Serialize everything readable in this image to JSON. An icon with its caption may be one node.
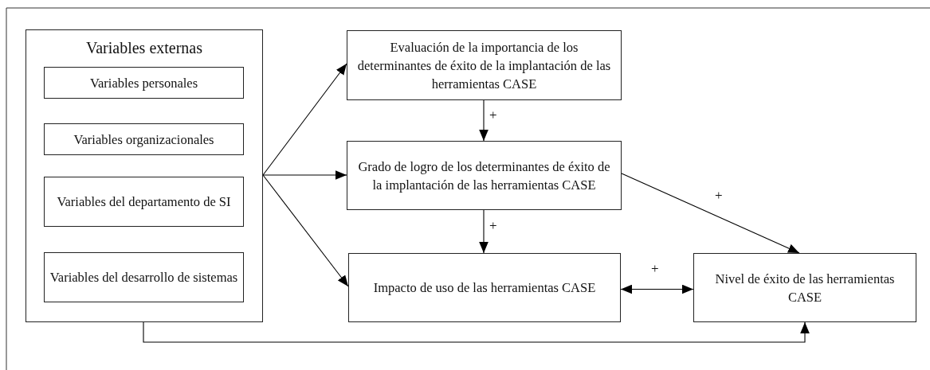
{
  "diagram": {
    "nodes": [
      {
        "text": [
          "Variables externas"
        ]
      },
      {
        "text": [
          "Variables personales"
        ],
        "in": 0
      },
      {
        "text": [
          "Variables organizacionales"
        ],
        "in": 0
      },
      {
        "text": [
          "Variables del departamento de SI"
        ],
        "in": 0
      },
      {
        "text": [
          "Variables del desarrollo de sistemas"
        ],
        "in": 0
      },
      {
        "text": [
          "Evaluación de la importancia de los determinantes de éxito de la implantación de las herramientas CASE"
        ]
      },
      {
        "text": [
          "Grado de logro de los determinantes de éxito de la implantación de las herramientas CASE"
        ]
      },
      {
        "text": [
          "Impacto de uso de las herramientas CASE"
        ]
      },
      {
        "text": [
          "Nivel de éxito de las herramientas CASE"
        ]
      }
    ],
    "edges": [
      {
        "from": 0,
        "to": 5,
        "arrow": "to"
      },
      {
        "from": 0,
        "to": 6,
        "arrow": "to"
      },
      {
        "from": 0,
        "to": 7,
        "arrow": "to"
      },
      {
        "from": 5,
        "to": 6,
        "arrow": "to",
        "label": "+"
      },
      {
        "from": 6,
        "to": 7,
        "arrow": "to",
        "label": "+"
      },
      {
        "from": 6,
        "to": 8,
        "arrow": "to",
        "label": "+"
      },
      {
        "from": 7,
        "to": 8,
        "arrow": "both",
        "label": "+"
      },
      {
        "from": 0,
        "to": 8,
        "arrow": "to"
      }
    ]
  }
}
